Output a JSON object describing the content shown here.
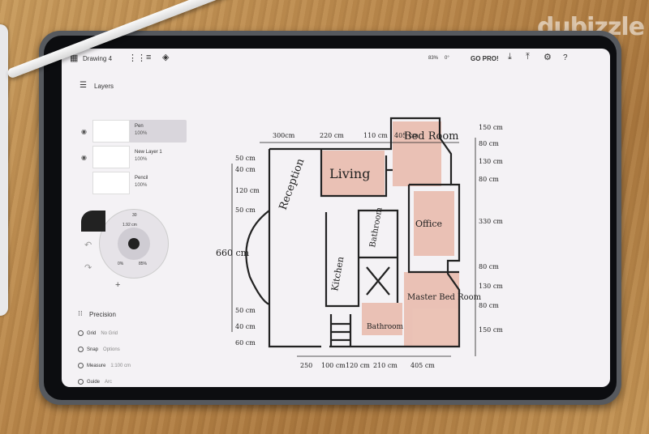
{
  "watermark": "dubizzle",
  "app": {
    "drawing_name": "Drawing 4",
    "zoom": "83%",
    "rotation": "0°",
    "go_pro": "GO PRO!",
    "help": "?"
  },
  "layers_panel": {
    "title": "Layers",
    "layers": [
      {
        "name": "Pen",
        "opacity": "100%",
        "selected": true
      },
      {
        "name": "New Layer 1",
        "opacity": "100%",
        "selected": false
      },
      {
        "name": "Pencil",
        "opacity": "100%",
        "selected": false
      }
    ]
  },
  "tool_wheel": {
    "size_top": "1.92 cm",
    "opacity_left": "0%",
    "opacity_right": "85%",
    "brush_size": "30",
    "icons": [
      "undo-icon",
      "redo-icon",
      "add-icon",
      "eraser-icon"
    ]
  },
  "precision": {
    "title": "Precision",
    "rows": [
      {
        "label": "Grid",
        "value": "No Grid"
      },
      {
        "label": "Snap",
        "value": "Options"
      },
      {
        "label": "Measure",
        "value": "1:100 cm"
      },
      {
        "label": "Guide",
        "value": "Arc"
      }
    ]
  },
  "sketch": {
    "rooms": [
      "Bed Room",
      "Living",
      "Reception",
      "Office",
      "Kitchen",
      "Bathroom",
      "Master Bed Room",
      "Bathroom"
    ],
    "top_dims": [
      "300cm",
      "220 cm",
      "110 cm",
      "405 cm"
    ],
    "bottom_dims": [
      "250",
      "100 cm",
      "120 cm",
      "210 cm",
      "405 cm"
    ],
    "left_dims": [
      "50 cm",
      "40 cm",
      "120 cm",
      "50 cm",
      "660 cm",
      "50 cm",
      "40 cm",
      "60 cm"
    ],
    "right_dims": [
      "150 cm",
      "80 cm",
      "130 cm",
      "80 cm",
      "330 cm",
      "80 cm",
      "130 cm",
      "80 cm",
      "150 cm"
    ],
    "accent_color": "#e8b6a6"
  }
}
